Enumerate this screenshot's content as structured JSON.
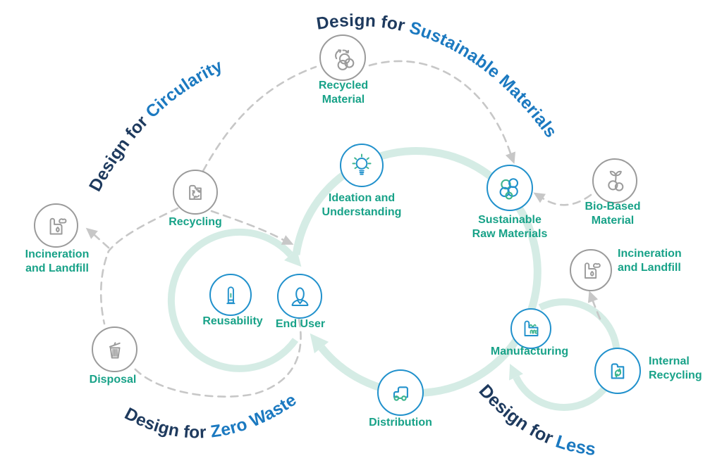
{
  "titles": {
    "circularity": {
      "prefix": "Design for",
      "accent": "Circularity"
    },
    "sustainable_materials": {
      "prefix": "Design for",
      "accent": "Sustainable Materials"
    },
    "zero_waste": {
      "prefix": "Design for",
      "accent": "Zero Waste"
    },
    "less": {
      "prefix": "Design for",
      "accent": "Less"
    }
  },
  "nodes": {
    "recycled_material": {
      "label": "Recycled\nMaterial",
      "icon": "recycled-material-icon",
      "ring": "gray"
    },
    "recycling": {
      "label": "Recycling",
      "icon": "recycling-document-icon",
      "ring": "gray"
    },
    "incineration_left": {
      "label": "Incineration\nand Landfill",
      "icon": "incinerator-icon",
      "ring": "gray"
    },
    "disposal": {
      "label": "Disposal",
      "icon": "trash-can-icon",
      "ring": "gray"
    },
    "reusability": {
      "label": "Reusability",
      "icon": "reusable-device-icon",
      "ring": "blue"
    },
    "end_user": {
      "label": "End User",
      "icon": "person-icon",
      "ring": "blue"
    },
    "ideation": {
      "label": "Ideation and\nUnderstanding",
      "icon": "lightbulb-icon",
      "ring": "blue"
    },
    "sustainable_raw": {
      "label": "Sustainable\nRaw Materials",
      "icon": "material-cluster-icon",
      "ring": "blue"
    },
    "bio_based": {
      "label": "Bio-Based\nMaterial",
      "icon": "plant-berries-icon",
      "ring": "gray"
    },
    "incineration_right": {
      "label": "Incineration\nand Landfill",
      "icon": "incinerator-icon",
      "ring": "gray"
    },
    "manufacturing": {
      "label": "Manufacturing",
      "icon": "factory-icon",
      "ring": "blue"
    },
    "internal_recycling": {
      "label": "Internal\nRecycling",
      "icon": "recycle-document-icon",
      "ring": "blue"
    },
    "distribution": {
      "label": "Distribution",
      "icon": "truck-icon",
      "ring": "blue"
    }
  },
  "connections": [
    {
      "from": "ideation",
      "to": "sustainable_raw",
      "style": "solid-teal-main-loop"
    },
    {
      "from": "sustainable_raw",
      "to": "manufacturing",
      "style": "solid-teal-main-loop"
    },
    {
      "from": "manufacturing",
      "to": "distribution",
      "style": "solid-teal-main-loop"
    },
    {
      "from": "distribution",
      "to": "end_user",
      "style": "solid-teal-main-loop-arrow"
    },
    {
      "from": "end_user",
      "to": "reusability-loop",
      "style": "solid-teal-zero-waste-loop-arrow"
    },
    {
      "from": "internal_recycling",
      "to": "manufacturing",
      "style": "solid-teal-less-loop-arrow"
    },
    {
      "from": "recycling",
      "to": "recycled_material",
      "style": "dashed-gray"
    },
    {
      "from": "recycled_material",
      "to": "sustainable_raw",
      "style": "dashed-gray-arrow"
    },
    {
      "from": "bio_based",
      "to": "sustainable_raw",
      "style": "dashed-gray-arrow"
    },
    {
      "from": "recycling",
      "to": "end_user",
      "style": "dashed-gray-arrow"
    },
    {
      "from": "end_user",
      "to": "disposal",
      "style": "dashed-gray"
    },
    {
      "from": "recycling",
      "to": "disposal",
      "style": "dashed-gray"
    },
    {
      "from": "disposal",
      "to": "incineration_left",
      "style": "dashed-gray-arrow"
    },
    {
      "from": "less-loop",
      "to": "incineration_right",
      "style": "dashed-gray-arrow"
    }
  ],
  "colors": {
    "navy": "#1e3a5e",
    "accent_blue": "#1b79c0",
    "teal_text": "#18a288",
    "arc_teal": "#d5ece5",
    "ring_blue": "#2191cc",
    "ring_gray": "#9b9b9b",
    "dashed_gray": "#c7c7c7",
    "icon_teal": "#3cb58e"
  }
}
